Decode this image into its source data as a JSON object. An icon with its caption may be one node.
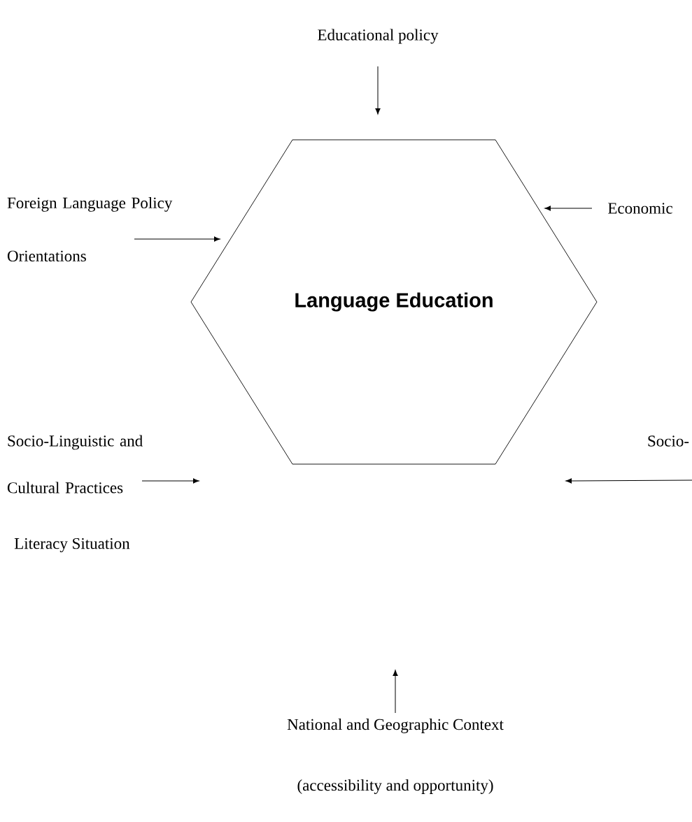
{
  "diagram": {
    "nodes": [
      {
        "text": [
          "Language Education"
        ]
      },
      {
        "text": [
          "Educational policy"
        ]
      },
      {
        "text": [
          "Foreign Language Policy Orientations"
        ]
      },
      {
        "text": [
          "Economic"
        ]
      },
      {
        "text": [
          "Socio-Linguistic and Cultural Practices"
        ]
      },
      {
        "text": [
          "Socio-"
        ]
      },
      {
        "text": [
          "National and Geographic Context",
          "(accessibility and opportunity)"
        ]
      }
    ],
    "edges": [
      {
        "from": 1,
        "to": 0,
        "arrow": "to"
      },
      {
        "from": 2,
        "to": 0,
        "arrow": "to"
      },
      {
        "from": 3,
        "to": 0,
        "arrow": "to"
      },
      {
        "from": 4,
        "to": null,
        "arrow": "to"
      },
      {
        "from": 5,
        "to": null,
        "arrow": "to"
      },
      {
        "from": 6,
        "to": null,
        "arrow": "to"
      }
    ],
    "labels": [
      "Literacy Situation"
    ]
  }
}
